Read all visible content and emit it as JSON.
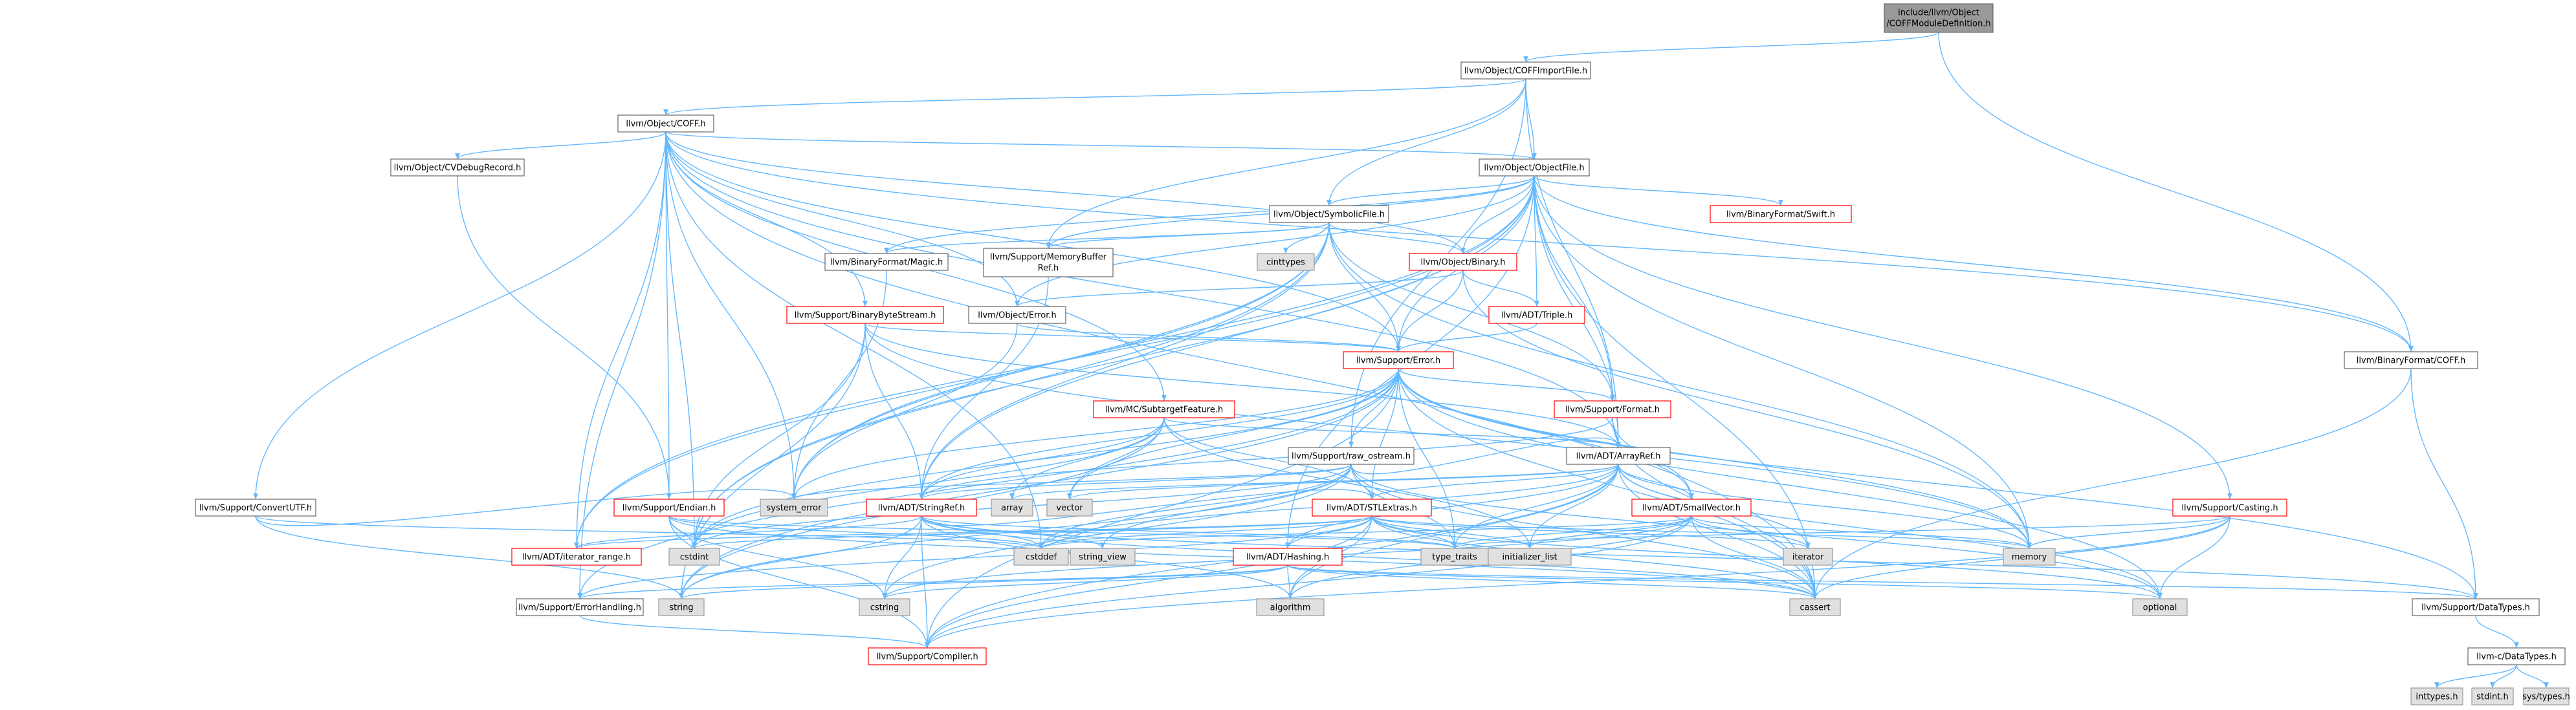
{
  "style": {
    "edge_color": "#63b8ff",
    "root_fill": "#999999",
    "root_border": "#666666",
    "node_border_plain": "#666666",
    "node_border_red": "#ff0000",
    "system_fill": "#e0e0e0",
    "system_border": "#999999",
    "text_color": "#000000",
    "red_text": "#ff0000"
  },
  "nodes": [
    {
      "id": "root",
      "l1": "include/llvm/Object",
      "l2": "/COFFModuleDefinition.h",
      "kind": "root"
    },
    {
      "id": "importfile",
      "l1": "llvm/Object/COFFImportFile.h",
      "kind": "plain"
    },
    {
      "id": "coff",
      "l1": "llvm/Object/COFF.h",
      "kind": "plain"
    },
    {
      "id": "objectfile",
      "l1": "llvm/Object/ObjectFile.h",
      "kind": "plain"
    },
    {
      "id": "cvdebug",
      "l1": "llvm/Object/CVDebugRecord.h",
      "kind": "plain"
    },
    {
      "id": "symbolicfile",
      "l1": "llvm/Object/SymbolicFile.h",
      "kind": "plain"
    },
    {
      "id": "swift",
      "l1": "llvm/BinaryFormat/Swift.h",
      "kind": "red"
    },
    {
      "id": "magic",
      "l1": "llvm/BinaryFormat/Magic.h",
      "kind": "plain"
    },
    {
      "id": "membuf",
      "l1": "llvm/Support/MemoryBuffer",
      "l2": "Ref.h",
      "kind": "plain"
    },
    {
      "id": "cinttypes",
      "l1": "cinttypes",
      "kind": "system"
    },
    {
      "id": "binary",
      "l1": "llvm/Object/Binary.h",
      "kind": "red"
    },
    {
      "id": "binstream",
      "l1": "llvm/Support/BinaryByteStream.h",
      "kind": "red"
    },
    {
      "id": "objerror",
      "l1": "llvm/Object/Error.h",
      "kind": "plain"
    },
    {
      "id": "triple",
      "l1": "llvm/ADT/Triple.h",
      "kind": "red"
    },
    {
      "id": "error",
      "l1": "llvm/Support/Error.h",
      "kind": "red"
    },
    {
      "id": "bfcoff",
      "l1": "llvm/BinaryFormat/COFF.h",
      "kind": "plain"
    },
    {
      "id": "subtarget",
      "l1": "llvm/MC/SubtargetFeature.h",
      "kind": "red"
    },
    {
      "id": "format",
      "l1": "llvm/Support/Format.h",
      "kind": "red"
    },
    {
      "id": "rawostream",
      "l1": "llvm/Support/raw_ostream.h",
      "kind": "plain"
    },
    {
      "id": "arrayref",
      "l1": "llvm/ADT/ArrayRef.h",
      "kind": "plain"
    },
    {
      "id": "convertutf",
      "l1": "llvm/Support/ConvertUTF.h",
      "kind": "plain"
    },
    {
      "id": "endian",
      "l1": "llvm/Support/Endian.h",
      "kind": "red"
    },
    {
      "id": "stringref",
      "l1": "llvm/ADT/StringRef.h",
      "kind": "red"
    },
    {
      "id": "systemerror",
      "l1": "system_error",
      "kind": "system"
    },
    {
      "id": "array",
      "l1": "array",
      "kind": "system"
    },
    {
      "id": "vector",
      "l1": "vector",
      "kind": "system"
    },
    {
      "id": "stlextras",
      "l1": "llvm/ADT/STLExtras.h",
      "kind": "red"
    },
    {
      "id": "smallvector",
      "l1": "llvm/ADT/SmallVector.h",
      "kind": "red"
    },
    {
      "id": "casting",
      "l1": "llvm/Support/Casting.h",
      "kind": "red"
    },
    {
      "id": "cstdint",
      "l1": "cstdint",
      "kind": "system"
    },
    {
      "id": "iterrange",
      "l1": "llvm/ADT/iterator_range.h",
      "kind": "red"
    },
    {
      "id": "cstddef",
      "l1": "cstddef",
      "kind": "system"
    },
    {
      "id": "stringview",
      "l1": "string_view",
      "kind": "system"
    },
    {
      "id": "typetraits",
      "l1": "type_traits",
      "kind": "system"
    },
    {
      "id": "initlist",
      "l1": "initializer_list",
      "kind": "system"
    },
    {
      "id": "iterator",
      "l1": "iterator",
      "kind": "system"
    },
    {
      "id": "memory",
      "l1": "memory",
      "kind": "system"
    },
    {
      "id": "hashing",
      "l1": "llvm/ADT/Hashing.h",
      "kind": "red"
    },
    {
      "id": "string",
      "l1": "string",
      "kind": "system"
    },
    {
      "id": "cstring",
      "l1": "cstring",
      "kind": "system"
    },
    {
      "id": "algorithm",
      "l1": "algorithm",
      "kind": "system"
    },
    {
      "id": "cassert",
      "l1": "cassert",
      "kind": "system"
    },
    {
      "id": "optional",
      "l1": "optional",
      "kind": "system"
    },
    {
      "id": "datatypes",
      "l1": "llvm/Support/DataTypes.h",
      "kind": "plain"
    },
    {
      "id": "errhandling",
      "l1": "llvm/Support/ErrorHandling.h",
      "kind": "plain"
    },
    {
      "id": "compiler",
      "l1": "llvm/Support/Compiler.h",
      "kind": "red"
    },
    {
      "id": "cdatatypes",
      "l1": "llvm-c/DataTypes.h",
      "kind": "plain"
    },
    {
      "id": "inttypes",
      "l1": "inttypes.h",
      "kind": "system"
    },
    {
      "id": "stdint",
      "l1": "stdint.h",
      "kind": "system"
    },
    {
      "id": "systypes",
      "l1": "sys/types.h",
      "kind": "system"
    }
  ],
  "edges": [
    [
      "root",
      "importfile"
    ],
    [
      "root",
      "bfcoff"
    ],
    [
      "importfile",
      "coff"
    ],
    [
      "importfile",
      "objectfile"
    ],
    [
      "importfile",
      "symbolicfile"
    ],
    [
      "importfile",
      "membuf"
    ],
    [
      "importfile",
      "rawostream"
    ],
    [
      "importfile",
      "arrayref"
    ],
    [
      "coff",
      "cvdebug"
    ],
    [
      "coff",
      "objectfile"
    ],
    [
      "coff",
      "bfcoff"
    ],
    [
      "coff",
      "binary"
    ],
    [
      "coff",
      "binstream"
    ],
    [
      "coff",
      "objerror"
    ],
    [
      "coff",
      "error"
    ],
    [
      "coff",
      "subtarget"
    ],
    [
      "coff",
      "convertutf"
    ],
    [
      "coff",
      "endian"
    ],
    [
      "coff",
      "systemerror"
    ],
    [
      "coff",
      "cstdint"
    ],
    [
      "coff",
      "iterrange"
    ],
    [
      "coff",
      "cassert"
    ],
    [
      "coff",
      "cstddef"
    ],
    [
      "coff",
      "errhandling"
    ],
    [
      "coff",
      "arrayref"
    ],
    [
      "cvdebug",
      "endian"
    ],
    [
      "objectfile",
      "symbolicfile"
    ],
    [
      "objectfile",
      "swift"
    ],
    [
      "objectfile",
      "magic"
    ],
    [
      "objectfile",
      "membuf"
    ],
    [
      "objectfile",
      "binary"
    ],
    [
      "objectfile",
      "objerror"
    ],
    [
      "objectfile",
      "triple"
    ],
    [
      "objectfile",
      "error"
    ],
    [
      "objectfile",
      "arrayref"
    ],
    [
      "objectfile",
      "stringref"
    ],
    [
      "objectfile",
      "hashing"
    ],
    [
      "objectfile",
      "iterrange"
    ],
    [
      "objectfile",
      "cassert"
    ],
    [
      "objectfile",
      "memory"
    ],
    [
      "objectfile",
      "casting"
    ],
    [
      "objectfile",
      "cstdint"
    ],
    [
      "objectfile",
      "systemerror"
    ],
    [
      "objectfile",
      "format"
    ],
    [
      "objectfile",
      "bfcoff"
    ],
    [
      "symbolicfile",
      "magic"
    ],
    [
      "symbolicfile",
      "membuf"
    ],
    [
      "symbolicfile",
      "cinttypes"
    ],
    [
      "symbolicfile",
      "binary"
    ],
    [
      "symbolicfile",
      "error"
    ],
    [
      "symbolicfile",
      "format"
    ],
    [
      "symbolicfile",
      "iterrange"
    ],
    [
      "symbolicfile",
      "cstdint"
    ],
    [
      "symbolicfile",
      "memory"
    ],
    [
      "symbolicfile",
      "systemerror"
    ],
    [
      "symbolicfile",
      "stringref"
    ],
    [
      "magic",
      "systemerror"
    ],
    [
      "membuf",
      "stringref"
    ],
    [
      "binary",
      "objerror"
    ],
    [
      "binary",
      "triple"
    ],
    [
      "binary",
      "error"
    ],
    [
      "binary",
      "memory"
    ],
    [
      "binary",
      "utility"
    ],
    [
      "binstream",
      "arrayref"
    ],
    [
      "binstream",
      "stringref"
    ],
    [
      "binstream",
      "error"
    ],
    [
      "binstream",
      "cstdint"
    ],
    [
      "binstream",
      "memory"
    ],
    [
      "binstream",
      "string"
    ],
    [
      "objerror",
      "error"
    ],
    [
      "objerror",
      "systemerror"
    ],
    [
      "triple",
      "error"
    ],
    [
      "error",
      "stlextras"
    ],
    [
      "error",
      "smallvector"
    ],
    [
      "error",
      "stringref"
    ],
    [
      "error",
      "errhandling"
    ],
    [
      "error",
      "compiler"
    ],
    [
      "error",
      "format"
    ],
    [
      "error",
      "rawostream"
    ],
    [
      "error",
      "cassert"
    ],
    [
      "error",
      "cstdint"
    ],
    [
      "error",
      "memory"
    ],
    [
      "error",
      "systemerror"
    ],
    [
      "error",
      "typetraits"
    ],
    [
      "error",
      "string"
    ],
    [
      "error",
      "vector"
    ],
    [
      "error",
      "optional"
    ],
    [
      "error",
      "datatypes"
    ],
    [
      "bfcoff",
      "datatypes"
    ],
    [
      "bfcoff",
      "cassert"
    ],
    [
      "subtarget",
      "arrayref"
    ],
    [
      "subtarget",
      "stringref"
    ],
    [
      "subtarget",
      "stlextras"
    ],
    [
      "subtarget",
      "bitset"
    ],
    [
      "subtarget",
      "initlist"
    ],
    [
      "subtarget",
      "string"
    ],
    [
      "subtarget",
      "vector"
    ],
    [
      "subtarget",
      "array"
    ],
    [
      "subtarget",
      "cstdint"
    ],
    [
      "format",
      "arrayref"
    ],
    [
      "format",
      "stringref"
    ],
    [
      "format",
      "smallvector"
    ],
    [
      "format",
      "cassert"
    ],
    [
      "format",
      "cstdio"
    ],
    [
      "format",
      "tuple"
    ],
    [
      "format",
      "utility"
    ],
    [
      "rawostream",
      "arrayref"
    ],
    [
      "rawostream",
      "stringref"
    ],
    [
      "rawostream",
      "cassert"
    ],
    [
      "rawostream",
      "cstddef"
    ],
    [
      "rawostream",
      "cstdint"
    ],
    [
      "rawostream",
      "cstring"
    ],
    [
      "rawostream",
      "optional"
    ],
    [
      "rawostream",
      "string"
    ],
    [
      "rawostream",
      "stringview"
    ],
    [
      "rawostream",
      "systemerror"
    ],
    [
      "rawostream",
      "typetraits"
    ],
    [
      "arrayref",
      "hashing"
    ],
    [
      "arrayref",
      "smallvector"
    ],
    [
      "arrayref",
      "stlextras"
    ],
    [
      "arrayref",
      "compiler"
    ],
    [
      "arrayref",
      "algorithm"
    ],
    [
      "arrayref",
      "array"
    ],
    [
      "arrayref",
      "cassert"
    ],
    [
      "arrayref",
      "cstddef"
    ],
    [
      "arrayref",
      "initlist"
    ],
    [
      "arrayref",
      "iterator"
    ],
    [
      "arrayref",
      "memory"
    ],
    [
      "arrayref",
      "typetraits"
    ],
    [
      "arrayref",
      "vector"
    ],
    [
      "arrayref",
      "optional"
    ],
    [
      "convertutf",
      "cstddef"
    ],
    [
      "convertutf",
      "string"
    ],
    [
      "convertutf",
      "systemerror"
    ],
    [
      "endian",
      "compiler"
    ],
    [
      "endian",
      "swapbyteorder"
    ],
    [
      "endian",
      "cassert"
    ],
    [
      "endian",
      "cstddef"
    ],
    [
      "endian",
      "cstdint"
    ],
    [
      "endian",
      "cstring"
    ],
    [
      "endian",
      "typetraits"
    ],
    [
      "stringref",
      "stlextras"
    ],
    [
      "stringref",
      "iterrange"
    ],
    [
      "stringref",
      "compiler"
    ],
    [
      "stringref",
      "algorithm"
    ],
    [
      "stringref",
      "cassert"
    ],
    [
      "stringref",
      "cstddef"
    ],
    [
      "stringref",
      "cstring"
    ],
    [
      "stringref",
      "limits"
    ],
    [
      "stringref",
      "string"
    ],
    [
      "stringref",
      "stringview"
    ],
    [
      "stringref",
      "typetraits"
    ],
    [
      "stringref",
      "utility"
    ],
    [
      "stringref",
      "datatypes"
    ],
    [
      "stlextras",
      "hashing"
    ],
    [
      "stlextras",
      "iterrange"
    ],
    [
      "stlextras",
      "compiler"
    ],
    [
      "stlextras",
      "errhandling"
    ],
    [
      "stlextras",
      "algorithm"
    ],
    [
      "stlextras",
      "cassert"
    ],
    [
      "stlextras",
      "cstddef"
    ],
    [
      "stlextras",
      "cstdint"
    ],
    [
      "stlextras",
      "cstdlib"
    ],
    [
      "stlextras",
      "functional"
    ],
    [
      "stlextras",
      "initlist"
    ],
    [
      "stlextras",
      "iterator"
    ],
    [
      "stlextras",
      "limits"
    ],
    [
      "stlextras",
      "memory"
    ],
    [
      "stlextras",
      "optional"
    ],
    [
      "stlextras",
      "tuple"
    ],
    [
      "stlextras",
      "typetraits"
    ],
    [
      "stlextras",
      "utility"
    ],
    [
      "smallvector",
      "compiler"
    ],
    [
      "smallvector",
      "algorithm"
    ],
    [
      "smallvector",
      "cassert"
    ],
    [
      "smallvector",
      "cstddef"
    ],
    [
      "smallvector",
      "cstdlib"
    ],
    [
      "smallvector",
      "cstring"
    ],
    [
      "smallvector",
      "functional"
    ],
    [
      "smallvector",
      "initlist"
    ],
    [
      "smallvector",
      "iterator"
    ],
    [
      "smallvector",
      "limits"
    ],
    [
      "smallvector",
      "memory"
    ],
    [
      "smallvector",
      "new"
    ],
    [
      "smallvector",
      "typetraits"
    ],
    [
      "smallvector",
      "utility"
    ],
    [
      "casting",
      "compiler"
    ],
    [
      "casting",
      "cassert"
    ],
    [
      "casting",
      "memory"
    ],
    [
      "casting",
      "optional"
    ],
    [
      "casting",
      "typetraits"
    ],
    [
      "hashing",
      "errhandling"
    ],
    [
      "hashing",
      "algorithm"
    ],
    [
      "hashing",
      "cassert"
    ],
    [
      "hashing",
      "cstring"
    ],
    [
      "hashing",
      "optional"
    ],
    [
      "hashing",
      "string"
    ],
    [
      "hashing",
      "tuple"
    ],
    [
      "hashing",
      "utility"
    ],
    [
      "hashing",
      "datatypes"
    ],
    [
      "errhandling",
      "compiler"
    ],
    [
      "datatypes",
      "cdatatypes"
    ],
    [
      "cdatatypes",
      "inttypes"
    ],
    [
      "cdatatypes",
      "stdint"
    ],
    [
      "cdatatypes",
      "systypes"
    ]
  ]
}
